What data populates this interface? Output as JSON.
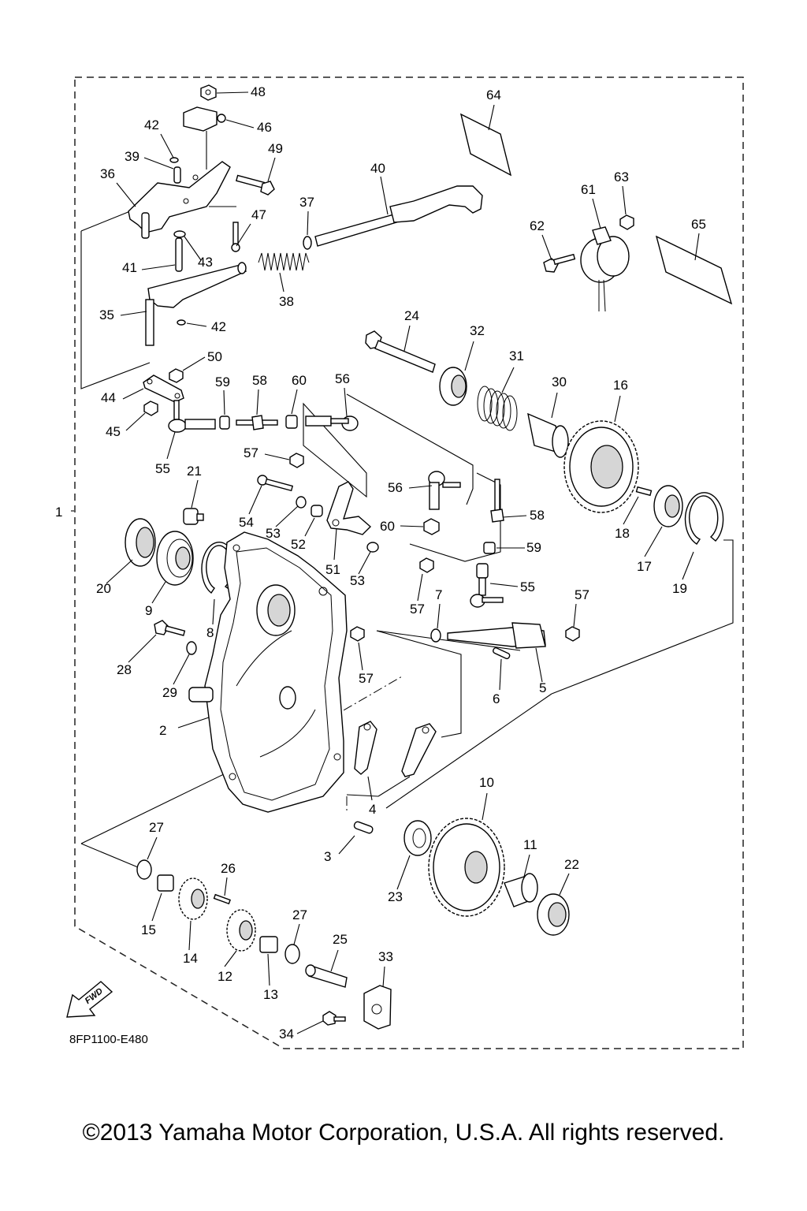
{
  "diagram": {
    "code": "8FP1100-E480",
    "fwd_label": "FWD",
    "copyright": "©2013 Yamaha Motor Corporation, U.S.A. All rights reserved.",
    "callouts": [
      {
        "id": "1",
        "label": "1"
      },
      {
        "id": "2",
        "label": "2"
      },
      {
        "id": "3",
        "label": "3"
      },
      {
        "id": "4",
        "label": "4"
      },
      {
        "id": "5",
        "label": "5"
      },
      {
        "id": "6",
        "label": "6"
      },
      {
        "id": "7",
        "label": "7"
      },
      {
        "id": "8",
        "label": "8"
      },
      {
        "id": "9",
        "label": "9"
      },
      {
        "id": "10",
        "label": "10"
      },
      {
        "id": "11",
        "label": "11"
      },
      {
        "id": "12",
        "label": "12"
      },
      {
        "id": "13",
        "label": "13"
      },
      {
        "id": "14",
        "label": "14"
      },
      {
        "id": "15",
        "label": "15"
      },
      {
        "id": "16",
        "label": "16"
      },
      {
        "id": "17",
        "label": "17"
      },
      {
        "id": "18",
        "label": "18"
      },
      {
        "id": "19",
        "label": "19"
      },
      {
        "id": "20",
        "label": "20"
      },
      {
        "id": "21",
        "label": "21"
      },
      {
        "id": "22",
        "label": "22"
      },
      {
        "id": "23",
        "label": "23"
      },
      {
        "id": "24",
        "label": "24"
      },
      {
        "id": "25",
        "label": "25"
      },
      {
        "id": "26",
        "label": "26"
      },
      {
        "id": "27a",
        "label": "27"
      },
      {
        "id": "27b",
        "label": "27"
      },
      {
        "id": "28",
        "label": "28"
      },
      {
        "id": "29",
        "label": "29"
      },
      {
        "id": "30",
        "label": "30"
      },
      {
        "id": "31",
        "label": "31"
      },
      {
        "id": "32",
        "label": "32"
      },
      {
        "id": "33",
        "label": "33"
      },
      {
        "id": "34",
        "label": "34"
      },
      {
        "id": "35",
        "label": "35"
      },
      {
        "id": "36",
        "label": "36"
      },
      {
        "id": "37",
        "label": "37"
      },
      {
        "id": "38",
        "label": "38"
      },
      {
        "id": "39",
        "label": "39"
      },
      {
        "id": "40",
        "label": "40"
      },
      {
        "id": "41",
        "label": "41"
      },
      {
        "id": "42a",
        "label": "42"
      },
      {
        "id": "42b",
        "label": "42"
      },
      {
        "id": "43",
        "label": "43"
      },
      {
        "id": "44",
        "label": "44"
      },
      {
        "id": "45",
        "label": "45"
      },
      {
        "id": "46",
        "label": "46"
      },
      {
        "id": "47",
        "label": "47"
      },
      {
        "id": "48",
        "label": "48"
      },
      {
        "id": "49",
        "label": "49"
      },
      {
        "id": "50",
        "label": "50"
      },
      {
        "id": "51",
        "label": "51"
      },
      {
        "id": "52",
        "label": "52"
      },
      {
        "id": "53a",
        "label": "53"
      },
      {
        "id": "53b",
        "label": "53"
      },
      {
        "id": "54",
        "label": "54"
      },
      {
        "id": "55a",
        "label": "55"
      },
      {
        "id": "55b",
        "label": "55"
      },
      {
        "id": "56a",
        "label": "56"
      },
      {
        "id": "56b",
        "label": "56"
      },
      {
        "id": "57a",
        "label": "57"
      },
      {
        "id": "57b",
        "label": "57"
      },
      {
        "id": "57c",
        "label": "57"
      },
      {
        "id": "57d",
        "label": "57"
      },
      {
        "id": "58a",
        "label": "58"
      },
      {
        "id": "58b",
        "label": "58"
      },
      {
        "id": "59a",
        "label": "59"
      },
      {
        "id": "59b",
        "label": "59"
      },
      {
        "id": "60a",
        "label": "60"
      },
      {
        "id": "60b",
        "label": "60"
      },
      {
        "id": "61",
        "label": "61"
      },
      {
        "id": "62",
        "label": "62"
      },
      {
        "id": "63",
        "label": "63"
      },
      {
        "id": "64",
        "label": "64"
      },
      {
        "id": "65",
        "label": "65"
      }
    ]
  }
}
